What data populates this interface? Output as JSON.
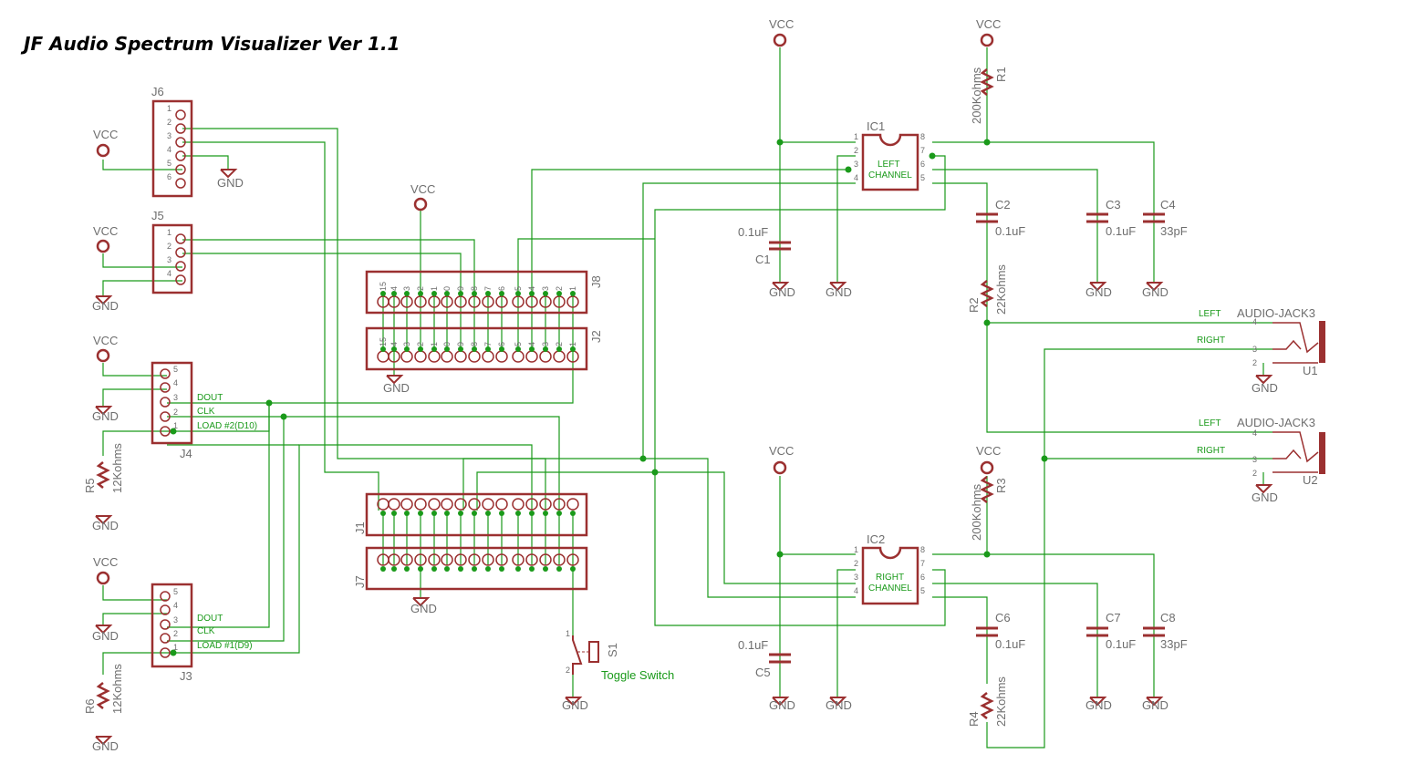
{
  "title": "JF Audio Spectrum Visualizer Ver 1.1",
  "colors": {
    "wire": "#1a9a1a",
    "part": "#9b3030",
    "label": "#6e6e6e",
    "netlabel": "#1a9a1a"
  },
  "parts": {
    "vcc": "VCC",
    "gnd": "GND",
    "J6": "J6",
    "J5": "J5",
    "J4": "J4",
    "J3": "J3",
    "J8": "J8",
    "J2": "J2",
    "J1": "J1",
    "J7": "J7",
    "IC1": "IC1",
    "IC2": "IC2",
    "IC1_text_1": "LEFT",
    "IC1_text_2": "CHANNEL",
    "IC2_text_1": "RIGHT",
    "IC2_text_2": "CHANNEL",
    "R1": "R1",
    "R1_val": "200Kohms",
    "R2": "R2",
    "R2_val": "22Kohms",
    "R3": "R3",
    "R3_val": "200Kohms",
    "R4": "R4",
    "R4_val": "22Kohms",
    "R5": "R5",
    "R5_val": "12Kohms",
    "R6": "R6",
    "R6_val": "12Kohms",
    "C1": "C1",
    "C1_val": "0.1uF",
    "C2": "C2",
    "C2_val": "0.1uF",
    "C3": "C3",
    "C3_val": "0.1uF",
    "C4": "C4",
    "C4_val": "33pF",
    "C5": "C5",
    "C5_val": "0.1uF",
    "C6": "C6",
    "C6_val": "0.1uF",
    "C7": "C7",
    "C7_val": "0.1uF",
    "C8": "C8",
    "C8_val": "33pF",
    "U1": "U1",
    "U2": "U2",
    "jack": "AUDIO-JACK3",
    "S1": "S1",
    "S1_val": "Toggle Switch"
  },
  "nets": {
    "dout": "DOUT",
    "clk": "CLK",
    "load2": "LOAD #2(D10)",
    "load1": "LOAD #1(D9)",
    "left": "LEFT",
    "right": "RIGHT"
  },
  "pin_numbers": {
    "ic_left": [
      "1",
      "2",
      "3",
      "4"
    ],
    "ic_right": [
      "8",
      "7",
      "6",
      "5"
    ],
    "j6": [
      "1",
      "2",
      "3",
      "4",
      "5",
      "6"
    ],
    "j5": [
      "1",
      "2",
      "3",
      "4"
    ],
    "j34": [
      "5",
      "4",
      "3",
      "2",
      "1"
    ],
    "header_top": [
      "15",
      "4",
      "3",
      "2",
      "1",
      "0",
      "9",
      "8",
      "7",
      "6",
      "5",
      "4",
      "3",
      "2",
      "1"
    ],
    "jack": [
      "4",
      "3",
      "2"
    ],
    "switch": [
      "1",
      "2"
    ]
  }
}
